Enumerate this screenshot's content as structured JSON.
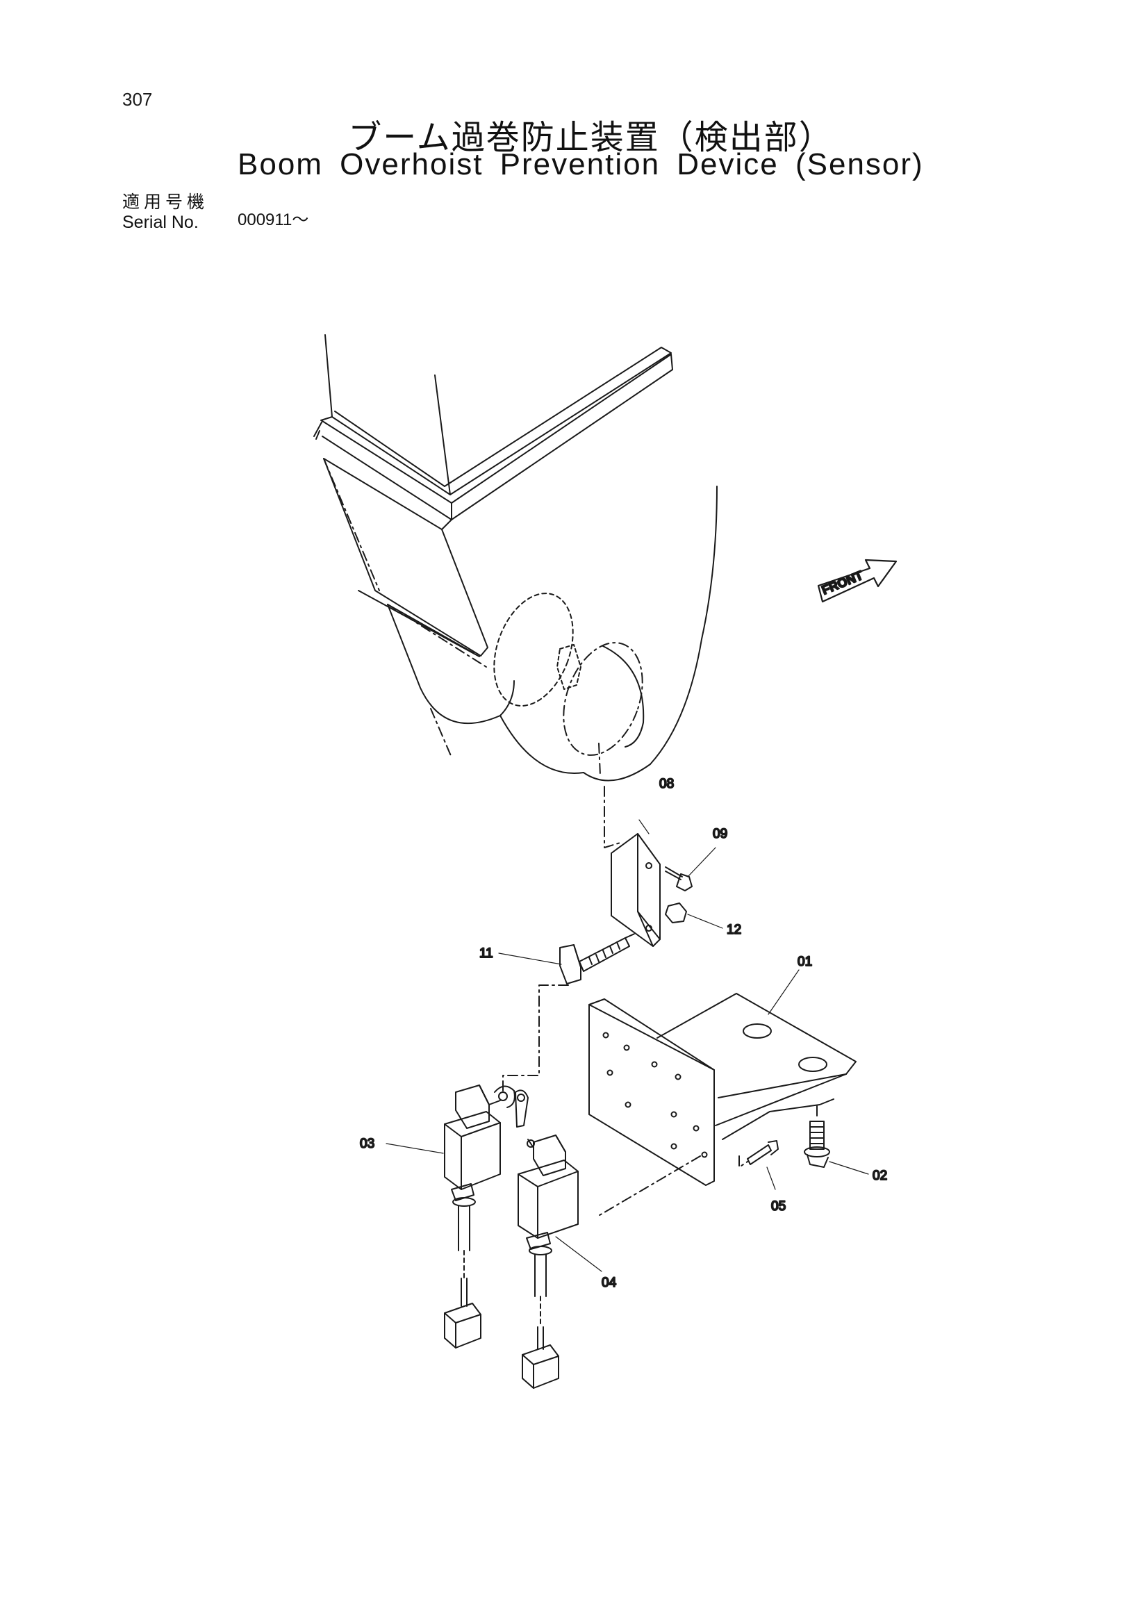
{
  "page": {
    "number": "307",
    "title_jp": "ブーム過巻防止装置（検出部）",
    "title_en": "Boom Overhoist Prevention Device (Sensor)"
  },
  "serial": {
    "label_jp": "適用号機",
    "label_en": "Serial No.",
    "value": "000911～"
  },
  "diagram": {
    "front_label": "FRONT",
    "callouts": {
      "c01": "01",
      "c02": "02",
      "c03": "03",
      "c04": "04",
      "c05": "05",
      "c08": "08",
      "c09": "09",
      "c11": "11",
      "c12": "12"
    }
  }
}
